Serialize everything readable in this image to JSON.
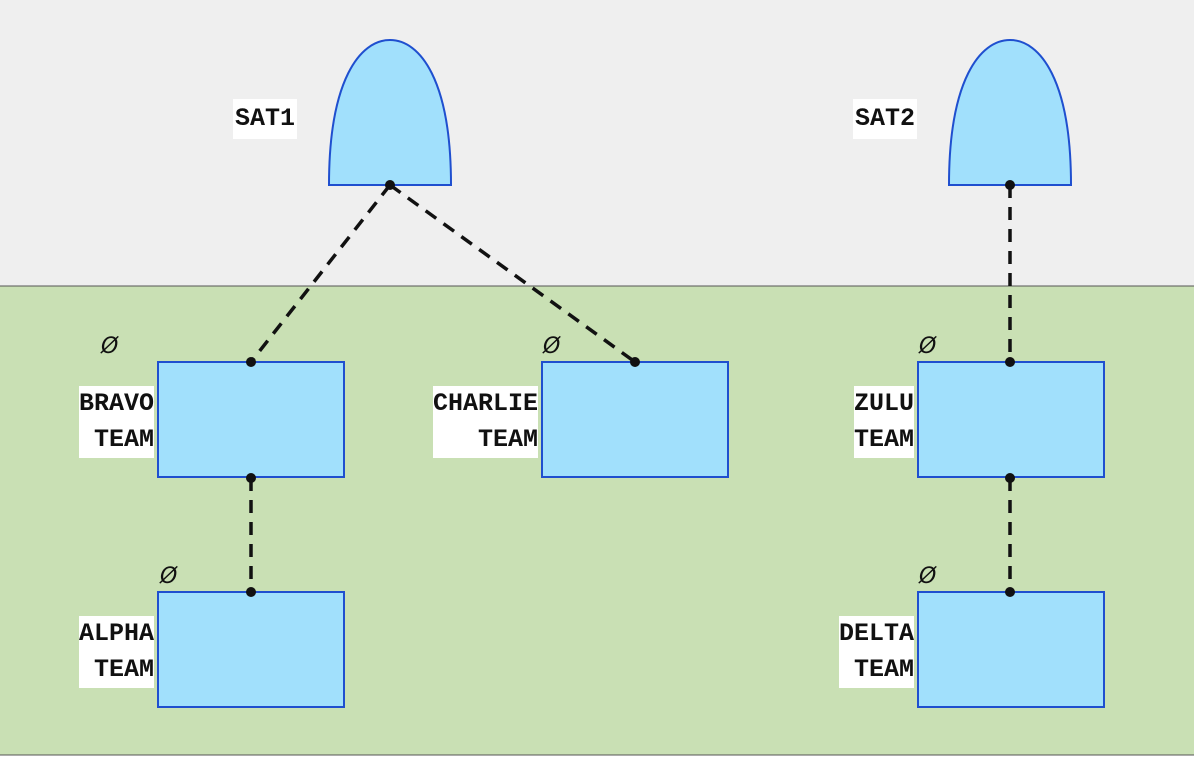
{
  "colors": {
    "sky_background": "#efefef",
    "ground_background": "#c9e0b4",
    "node_fill": "#a1e0fc",
    "node_stroke": "#1f4fcf",
    "link_stroke": "#111111"
  },
  "satellites": [
    {
      "id": "sat1",
      "label": "SAT1"
    },
    {
      "id": "sat2",
      "label": "SAT2"
    }
  ],
  "teams": [
    {
      "id": "bravo",
      "name": "BRAVO",
      "suffix": "TEAM",
      "marker": "Ø"
    },
    {
      "id": "charlie",
      "name": "CHARLIE",
      "suffix": "TEAM",
      "marker": "Ø"
    },
    {
      "id": "zulu",
      "name": "ZULU",
      "suffix": "TEAM",
      "marker": "Ø"
    },
    {
      "id": "alpha",
      "name": "ALPHA",
      "suffix": "TEAM",
      "marker": "Ø"
    },
    {
      "id": "delta",
      "name": "DELTA",
      "suffix": "TEAM",
      "marker": "Ø"
    }
  ],
  "links": [
    {
      "from": "sat1",
      "to": "bravo",
      "style": "dashed"
    },
    {
      "from": "sat1",
      "to": "charlie",
      "style": "dashed"
    },
    {
      "from": "sat2",
      "to": "zulu",
      "style": "dashed"
    },
    {
      "from": "bravo",
      "to": "alpha",
      "style": "dashed"
    },
    {
      "from": "zulu",
      "to": "delta",
      "style": "dashed"
    }
  ]
}
